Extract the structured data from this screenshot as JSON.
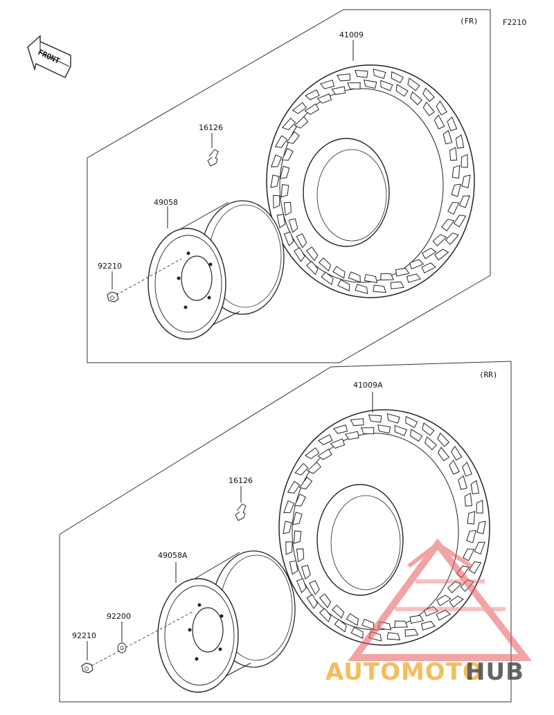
{
  "diagram_code": "F2210",
  "front_arrow_label": "FRONT",
  "front_section": {
    "tag": "(FR)",
    "parts": {
      "tire": "41009",
      "valve": "16126",
      "wheel": "49058",
      "nut": "92210"
    }
  },
  "rear_section": {
    "tag": "(RR)",
    "parts": {
      "tire": "41009A",
      "valve": "16126",
      "wheel": "49058A",
      "washer": "92200",
      "nut": "92210"
    }
  },
  "watermark": {
    "part1": "AUTOMOTO",
    "part2": "HUB",
    "color_part1": "#f5b041",
    "color_part2": "#4a4a4a",
    "logo_color": "#e85a5a"
  }
}
